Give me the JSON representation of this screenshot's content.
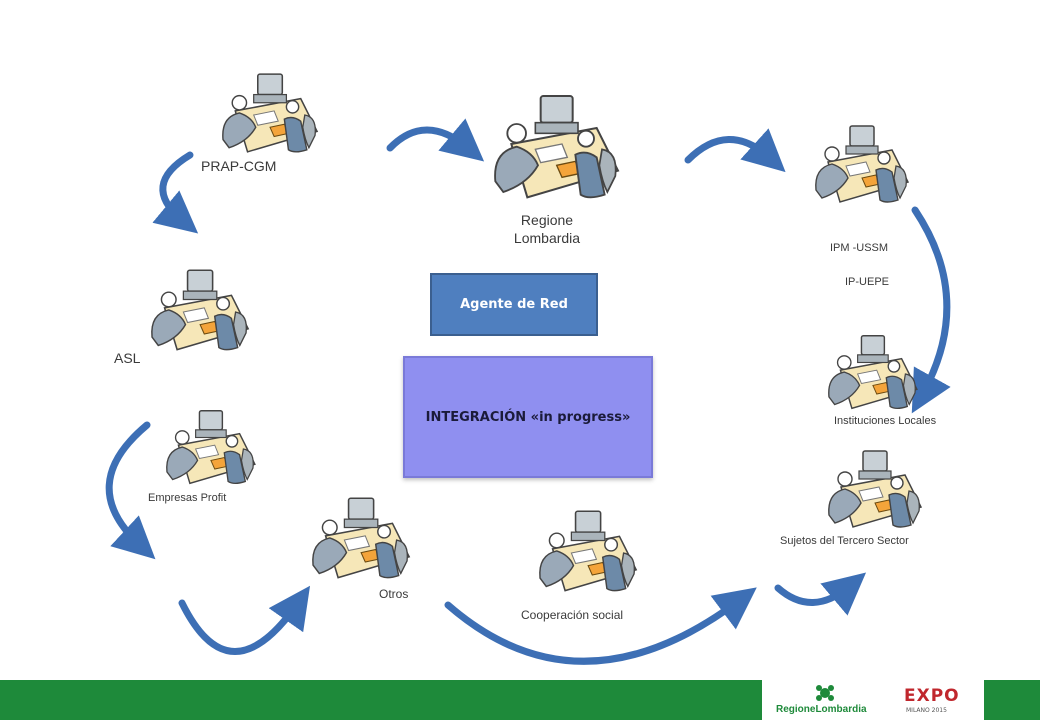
{
  "diagram": {
    "center_top": "Agente de Red",
    "center_main": "INTEGRACIÓN «in progress»",
    "nodes": {
      "prap": "PRAP-CGM",
      "regione_line1": "Regione",
      "regione_line2": "Lombardia",
      "ipm": "IPM -USSM",
      "ipuepe": "IP-UEPE",
      "asl": "ASL",
      "instituciones": "Instituciones Locales",
      "empresas": "Empresas Profit",
      "sujetos": "Sujetos del Tercero  Sector",
      "otros": "Otros",
      "cooperacion": "Cooperación social"
    }
  },
  "footer": {
    "logo_regione": "RegioneLombardia",
    "logo_expo": "EXPO",
    "logo_expo_sub": "MILANO 2015"
  },
  "colors": {
    "arrow": "#3d6fb5",
    "agente": "#4f7fbf",
    "integracion": "#8f8ff0",
    "footer_green": "#1e8a3a"
  }
}
